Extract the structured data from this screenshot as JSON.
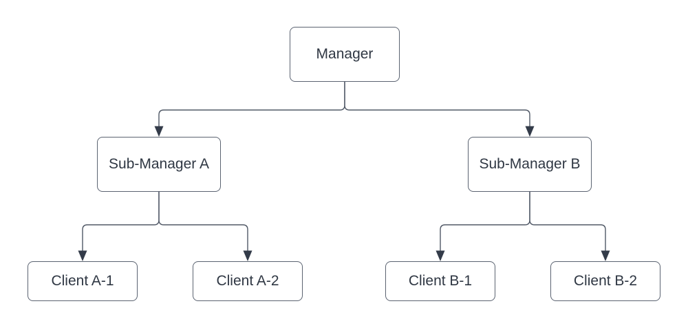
{
  "diagram": {
    "type": "org-chart",
    "nodes": [
      {
        "id": "manager",
        "label": "Manager",
        "level": 1
      },
      {
        "id": "sub-manager-a",
        "label": "Sub-Manager A",
        "level": 2
      },
      {
        "id": "sub-manager-b",
        "label": "Sub-Manager B",
        "level": 2
      },
      {
        "id": "client-a1",
        "label": "Client A-1",
        "level": 3
      },
      {
        "id": "client-a2",
        "label": "Client A-2",
        "level": 3
      },
      {
        "id": "client-b1",
        "label": "Client B-1",
        "level": 3
      },
      {
        "id": "client-b2",
        "label": "Client B-2",
        "level": 3
      }
    ],
    "edges": [
      {
        "from": "manager",
        "to": "sub-manager-a",
        "arrow": "filled-triangle"
      },
      {
        "from": "manager",
        "to": "sub-manager-b",
        "arrow": "filled-triangle"
      },
      {
        "from": "sub-manager-a",
        "to": "client-a1",
        "arrow": "filled-triangle"
      },
      {
        "from": "sub-manager-a",
        "to": "client-a2",
        "arrow": "filled-triangle"
      },
      {
        "from": "sub-manager-b",
        "to": "client-b1",
        "arrow": "filled-triangle"
      },
      {
        "from": "sub-manager-b",
        "to": "client-b2",
        "arrow": "filled-triangle"
      }
    ]
  },
  "colors": {
    "background": "#ffffff",
    "node_fill": "#ffffff",
    "node_border": "#5a6270",
    "connector": "#505866",
    "arrowhead": "#333b49",
    "text": "#2f3743"
  }
}
